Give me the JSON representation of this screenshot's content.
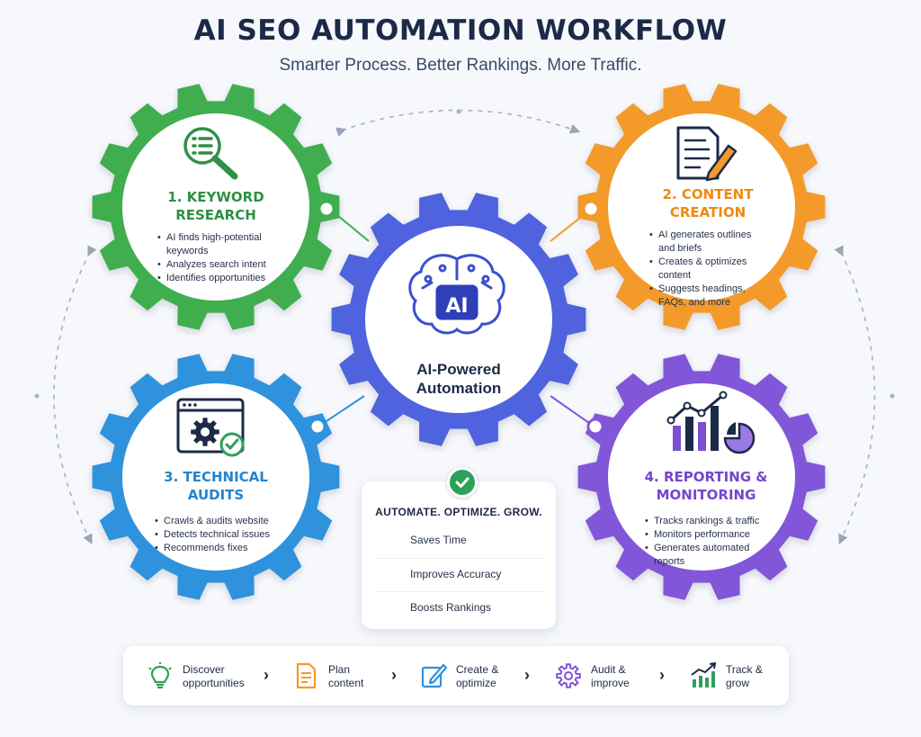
{
  "header": {
    "title": "AI SEO AUTOMATION WORKFLOW",
    "subtitle": "Smarter Process. Better Rankings. More Traffic."
  },
  "colors": {
    "green": "#3fae4f",
    "orange": "#f39a2b",
    "blue": "#2d92dd",
    "purple": "#8256d8",
    "center": "#4f63de",
    "navy": "#1c2a48"
  },
  "steps": [
    {
      "title_line1": "1. KEYWORD",
      "title_line2": "RESEARCH",
      "icon": "magnifier-list-icon",
      "bullets": [
        "AI finds high-potential",
        "keywords",
        "Analyzes search intent",
        "Identifies opportunities"
      ]
    },
    {
      "title_line1": "2. CONTENT",
      "title_line2": "CREATION",
      "icon": "document-pencil-icon",
      "bullets": [
        "AI generates outlines",
        "and briefs",
        "Creates & optimizes",
        "content",
        "Suggests headings,",
        "FAQs, and more"
      ]
    },
    {
      "title_line1": "3. TECHNICAL",
      "title_line2": "AUDITS",
      "icon": "browser-gear-icon",
      "bullets": [
        "Crawls & audits website",
        "Detects technical issues",
        "Recommends fixes"
      ]
    },
    {
      "title_line1": "4. REPORTING &",
      "title_line2": "MONITORING",
      "icon": "bar-chart-icon",
      "bullets": [
        "Tracks rankings & traffic",
        "Monitors performance",
        "Generates automated",
        "reports"
      ]
    }
  ],
  "center": {
    "badge": "AI",
    "label_line1": "AI-Powered",
    "label_line2": "Automation",
    "icon": "ai-brain-icon"
  },
  "benefits": {
    "heading": "AUTOMATE. OPTIMIZE. GROW.",
    "items": [
      {
        "label": "Saves Time",
        "icon": "clock-icon"
      },
      {
        "label": "Improves Accuracy",
        "icon": "target-icon"
      },
      {
        "label": "Boosts Rankings",
        "icon": "rising-chart-icon"
      }
    ]
  },
  "flow": [
    {
      "line1": "Discover",
      "line2": "opportunities",
      "icon": "lightbulb-icon"
    },
    {
      "line1": "Plan",
      "line2": "content",
      "icon": "document-icon"
    },
    {
      "line1": "Create &",
      "line2": "optimize",
      "icon": "edit-pencil-icon"
    },
    {
      "line1": "Audit &",
      "line2": "improve",
      "icon": "gear-icon"
    },
    {
      "line1": "Track &",
      "line2": "grow",
      "icon": "growth-chart-icon"
    }
  ],
  "chevron": "›"
}
